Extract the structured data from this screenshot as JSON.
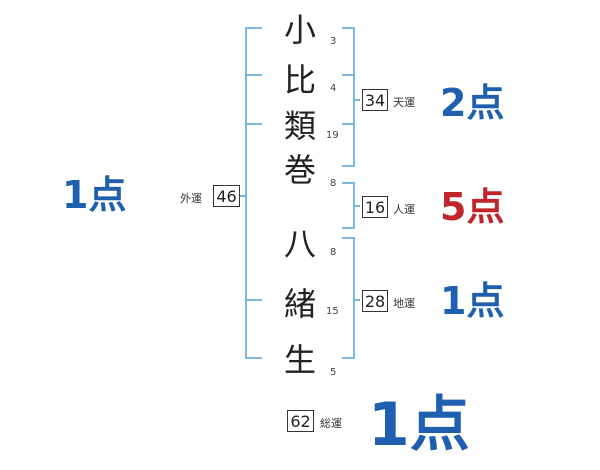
{
  "name_chars": [
    {
      "char": "小",
      "strokes": "3"
    },
    {
      "char": "比",
      "strokes": "4"
    },
    {
      "char": "類",
      "strokes": "19"
    },
    {
      "char": "巻",
      "strokes": "8"
    },
    {
      "char": "八",
      "strokes": "8"
    },
    {
      "char": "緒",
      "strokes": "15"
    },
    {
      "char": "生",
      "strokes": "5"
    }
  ],
  "fortunes": {
    "tenkaku": {
      "value": "34",
      "label": "天運",
      "score": "2点"
    },
    "jinkaku": {
      "value": "16",
      "label": "人運",
      "score": "5点"
    },
    "chikaku": {
      "value": "28",
      "label": "地運",
      "score": "1点"
    },
    "gaikaku": {
      "value": "46",
      "label": "外運",
      "score": "1点"
    },
    "soukaku": {
      "value": "62",
      "label": "総運",
      "score": "1点"
    }
  },
  "colors": {
    "bracket": "#7ab8e0",
    "score_blue": "#1f5fb0",
    "score_red": "#c0252b"
  }
}
